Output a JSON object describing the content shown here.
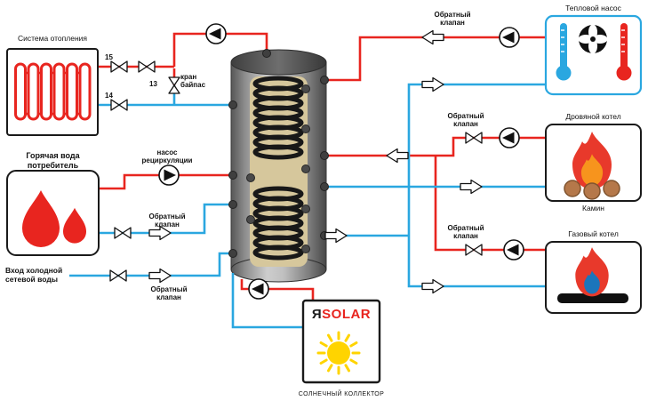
{
  "labels": {
    "heating_system": "Система отопления",
    "valve_15": "15",
    "valve_13": "13",
    "valve_14": "14",
    "bypass_line1": "кран",
    "bypass_line2": "байпас",
    "hot_water_line1": "Горячая вода",
    "hot_water_line2": "потребитель",
    "recirc_line1": "насос",
    "recirc_line2": "рециркуляции",
    "check_valve_line1": "Обратный",
    "check_valve_line2": "клапан",
    "cold_inlet_line1": "Вход холодной",
    "cold_inlet_line2": "сетевой воды",
    "heat_pump": "Тепловой насос",
    "wood_boiler": "Дровяной котел",
    "fireplace": "Камин",
    "gas_boiler": "Газовый котел",
    "solar_brand_first": "Я",
    "solar_brand_rest": "SOLAR",
    "solar_collector": "СОЛНЕЧНЫЙ КОЛЛЕКТОР"
  },
  "colors": {
    "hot_pipe_red": "#e8251f",
    "cold_pipe_blue": "#2aa7e0",
    "heat_pump_border_blue": "#2aa7e0",
    "sun_yellow": "#ffd400",
    "flame_red": "#e8392b",
    "flame_orange": "#f7941d",
    "gas_flame_blue": "#1b75bb",
    "logs_brown": "#b5784a",
    "tank_insulation_tan": "#d6c79c",
    "solar_text_red": "#e8251f"
  },
  "icons": [
    "radiator-icon",
    "water-drop-icon",
    "sun-icon",
    "fan-icon",
    "thermometer-cold-icon",
    "thermometer-hot-icon",
    "flame-icon",
    "logs-icon",
    "gas-flame-icon",
    "pump-icon",
    "gate-valve-icon",
    "check-valve-icon"
  ]
}
